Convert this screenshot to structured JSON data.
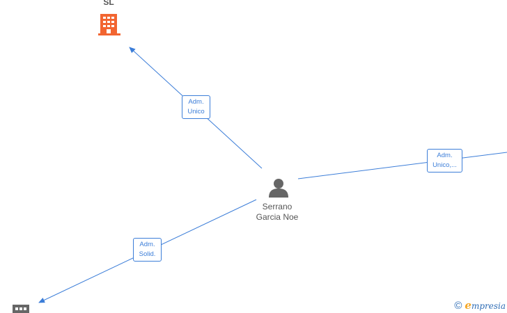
{
  "nodes": {
    "top_company": {
      "label": "SL",
      "color": "#f26531",
      "icon": "building-icon"
    },
    "person": {
      "name_line1": "Serrano",
      "name_line2": "Garcia Noe",
      "color": "#666666",
      "icon": "person-icon"
    },
    "bottom_company": {
      "color": "#666666",
      "icon": "building-icon"
    }
  },
  "edges": {
    "to_top": {
      "line1": "Adm.",
      "line2": "Unico"
    },
    "to_right": {
      "line1": "Adm.",
      "line2": "Unico,..."
    },
    "to_bottom": {
      "line1": "Adm.",
      "line2": "Solid."
    }
  },
  "colors": {
    "edge": "#3b7dd8",
    "accent": "#f26531",
    "brand_e": "#f5a623"
  },
  "footer": {
    "copyright_symbol": "©",
    "brand_initial": "e",
    "brand_rest": "mpresia"
  }
}
